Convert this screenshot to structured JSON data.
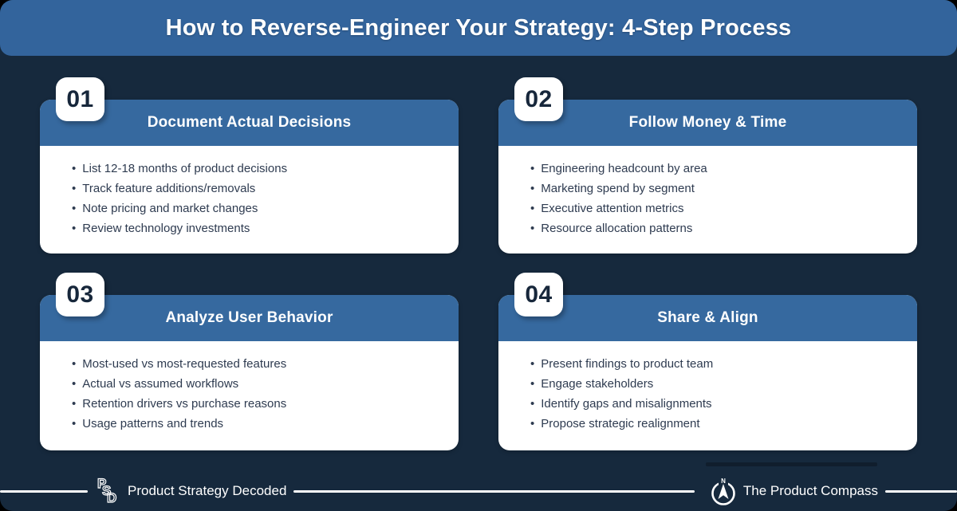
{
  "page": {
    "title": "How to Reverse-Engineer Your Strategy: 4-Step Process"
  },
  "colors": {
    "background_navy": "#16293D",
    "banner_blue": "#33649C",
    "card_header_blue": "#36699F",
    "card_body_white": "#FFFFFF",
    "bullet_text": "#2E3B50",
    "badge_number": "#17273B",
    "footer_line": "#FFFFFF"
  },
  "steps": [
    {
      "number": "01",
      "title": "Document Actual Decisions",
      "bullets": [
        "List 12-18 months of product decisions",
        "Track feature additions/removals",
        "Note pricing and market changes",
        "Review technology investments"
      ]
    },
    {
      "number": "02",
      "title": "Follow Money & Time",
      "bullets": [
        "Engineering headcount by area",
        "Marketing spend by segment",
        "Executive attention metrics",
        "Resource allocation patterns"
      ]
    },
    {
      "number": "03",
      "title": "Analyze User Behavior",
      "bullets": [
        "Most-used vs most-requested features",
        "Actual vs assumed workflows",
        "Retention drivers vs purchase reasons",
        "Usage patterns and trends"
      ]
    },
    {
      "number": "04",
      "title": "Share & Align",
      "bullets": [
        "Present findings to product team",
        "Engage stakeholders",
        "Identify gaps and misalignments",
        "Propose strategic realignment"
      ]
    }
  ],
  "footer": {
    "left_brand": {
      "logo_letters": {
        "p": "P",
        "s": "S",
        "d": "D"
      },
      "label": "Product Strategy Decoded"
    },
    "right_brand": {
      "north_label": "N",
      "label": "The Product Compass"
    }
  }
}
